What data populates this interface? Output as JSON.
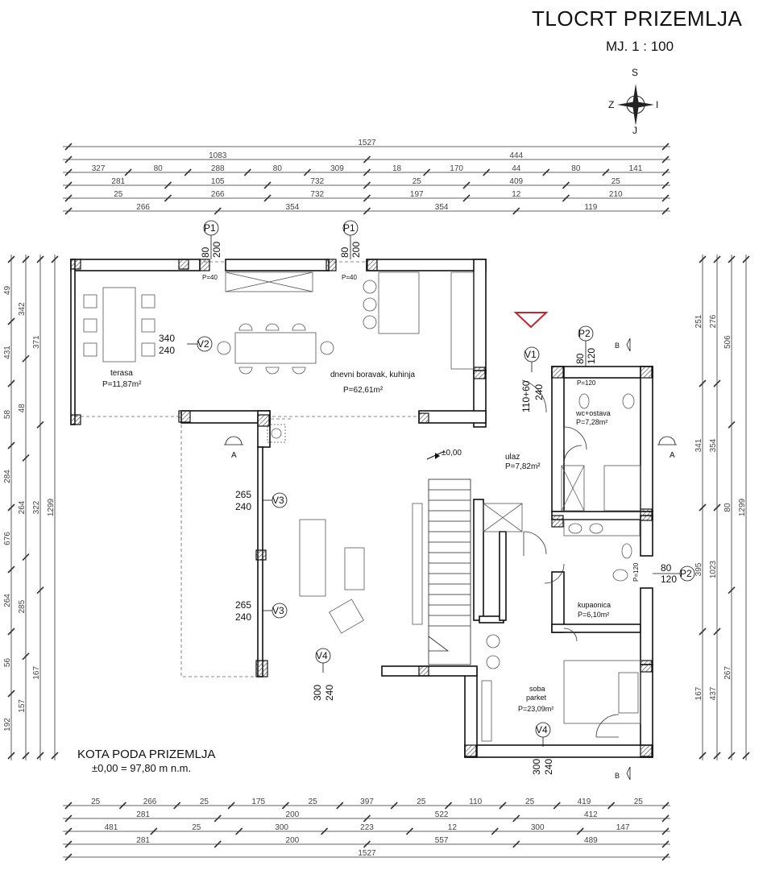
{
  "header": {
    "title": "TLOCRT PRIZEMLJA",
    "scale": "MJ. 1 : 100"
  },
  "compass": {
    "s": "S",
    "z": "Z",
    "i": "I",
    "j": "J"
  },
  "floor_level": {
    "label": "KOTA PODA PRIZEMLJA",
    "value": "±0,00 = 97,80 m n.m."
  },
  "rooms": {
    "terasa": {
      "name": "terasa",
      "area": "P=11,87m²"
    },
    "boravak": {
      "name": "dnevni boravak, kuhinja",
      "area": "P=62,61m²"
    },
    "ulaz": {
      "name": "ulaz",
      "area": "P=7,82m²"
    },
    "wc": {
      "name": "wc+ostava",
      "area": "P=7,28m²"
    },
    "kupaonica": {
      "name": "kupaonica",
      "area": "P=6,10m²"
    },
    "soba": {
      "name": "soba",
      "floor": "parket",
      "area": "P=23,09m²"
    }
  },
  "openings": {
    "p1a": {
      "tag": "P1",
      "w": "80",
      "h": "200",
      "sill": "P=40"
    },
    "p1b": {
      "tag": "P1",
      "w": "80",
      "h": "200",
      "sill": "P=40"
    },
    "p2a": {
      "tag": "P2",
      "w": "80",
      "h": "120",
      "sill": "P=120"
    },
    "p2b": {
      "tag": "P2",
      "w": "80",
      "h": "120",
      "sill": "P=120"
    },
    "v1": {
      "tag": "V1",
      "w": "110+60",
      "h": "240"
    },
    "v2": {
      "tag": "V2",
      "w": "340",
      "h": "240"
    },
    "v3a": {
      "tag": "V3",
      "w": "265",
      "h": "240"
    },
    "v3b": {
      "tag": "V3",
      "w": "265",
      "h": "240"
    },
    "v4a": {
      "tag": "V4",
      "w": "300",
      "h": "240"
    },
    "v4b": {
      "tag": "V4",
      "w": "300",
      "h": "240"
    }
  },
  "level_mark": "±0,00",
  "sections": {
    "a": "A",
    "b": "B"
  },
  "dims": {
    "top": [
      [
        "1527"
      ],
      [
        "1083",
        "444"
      ],
      [
        "327",
        "80",
        "288",
        "80",
        "309",
        "18",
        "170",
        "44",
        "80",
        "141"
      ],
      [
        "281",
        "105",
        "732",
        "25",
        "409",
        "25"
      ],
      [
        "25",
        "266",
        "732",
        "197",
        "12",
        "210"
      ],
      [
        "266",
        "354",
        "354",
        "119"
      ]
    ],
    "bottom": [
      [
        "25",
        "266",
        "25",
        "175",
        "25",
        "397",
        "25",
        "110",
        "25",
        "419",
        "25"
      ],
      [
        "281",
        "200",
        "522",
        "412"
      ],
      [
        "481",
        "25",
        "300",
        "223",
        "12",
        "300",
        "147"
      ],
      [
        "281",
        "200",
        "557",
        "489"
      ],
      [
        "1527"
      ]
    ],
    "left": [
      [
        "49",
        "431",
        "58",
        "284",
        "676",
        "264",
        "56",
        "192"
      ],
      [
        "342",
        "48",
        "264",
        "285",
        "157"
      ],
      [
        "371",
        "322",
        "167"
      ],
      [
        "1299"
      ]
    ],
    "right": [
      [
        "251",
        "341",
        "395",
        "167"
      ],
      [
        "276",
        "354",
        "1023",
        "437"
      ],
      [
        "506",
        "80",
        "267"
      ],
      [
        "1299"
      ]
    ]
  }
}
